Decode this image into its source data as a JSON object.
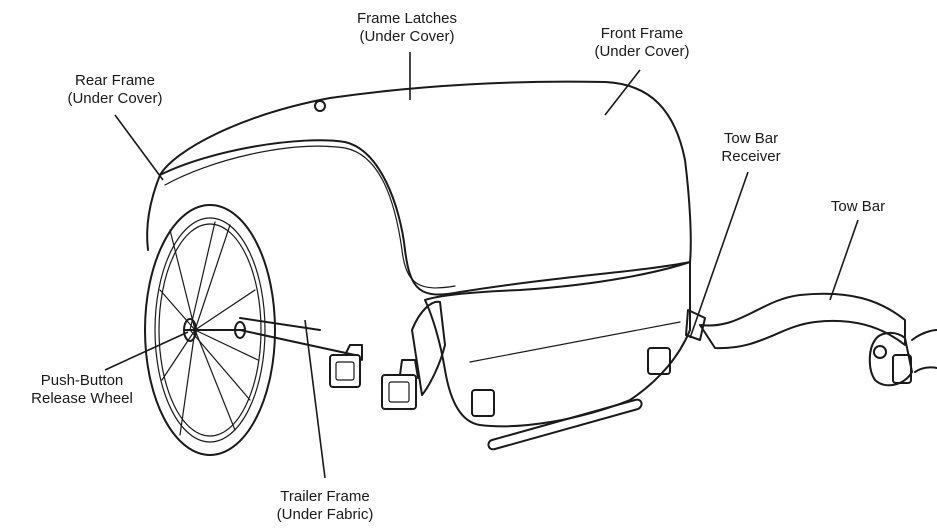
{
  "labels": {
    "frame_latches": {
      "line1": "Frame Latches",
      "line2": "(Under Cover)"
    },
    "front_frame": {
      "line1": "Front Frame",
      "line2": "(Under Cover)"
    },
    "rear_frame": {
      "line1": "Rear Frame",
      "line2": "(Under Cover)"
    },
    "tow_bar_receiver": {
      "line1": "Tow Bar",
      "line2": "Receiver"
    },
    "tow_bar": {
      "line1": "Tow Bar"
    },
    "push_button_release_wheel": {
      "line1": "Push-Button",
      "line2": "Release Wheel"
    },
    "trailer_frame": {
      "line1": "Trailer Frame",
      "line2": "(Under Fabric)"
    }
  },
  "colors": {
    "ink": "#1a1a1a",
    "background": "#ffffff"
  }
}
